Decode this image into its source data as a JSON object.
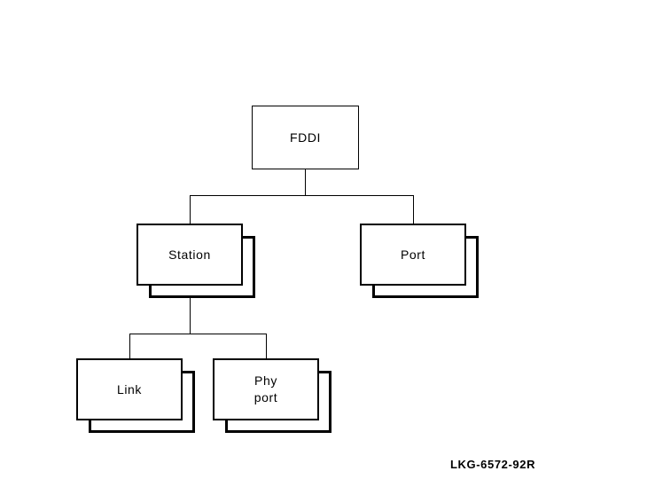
{
  "diagram": {
    "nodes": {
      "fddi": {
        "label": "FDDI",
        "stacked": false
      },
      "station": {
        "label": "Station",
        "stacked": true
      },
      "port": {
        "label": "Port",
        "stacked": true
      },
      "link": {
        "label": "Link",
        "stacked": true
      },
      "phy_port": {
        "label": "Phy\nport",
        "stacked": true
      }
    },
    "edges": [
      {
        "from": "FDDI",
        "to": "Station"
      },
      {
        "from": "FDDI",
        "to": "Port"
      },
      {
        "from": "Station",
        "to": "Link"
      },
      {
        "from": "Station",
        "to": "Phy port"
      }
    ],
    "caption": "LKG-6572-92R"
  },
  "colors": {
    "line": "#000000",
    "background": "#ffffff"
  }
}
